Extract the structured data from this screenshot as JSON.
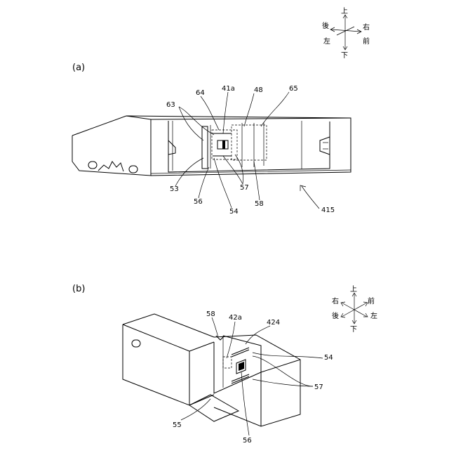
{
  "figure_a": {
    "caption": "(a)",
    "compass": {
      "up": "上",
      "down": "下",
      "left": "左",
      "right": "右",
      "front": "前",
      "back": "後"
    },
    "labels": {
      "l63": "63",
      "l64": "64",
      "l41a": "41a",
      "l48": "48",
      "l65": "65",
      "l53": "53",
      "l56": "56",
      "l54": "54",
      "l57": "57",
      "l58": "58",
      "l415": "415"
    }
  },
  "figure_b": {
    "caption": "(b)",
    "compass": {
      "up": "上",
      "down": "下",
      "left": "左",
      "right": "右",
      "front": "前",
      "back": "後"
    },
    "labels": {
      "l58": "58",
      "l42a": "42a",
      "l424": "424",
      "l54": "54",
      "l57": "57",
      "l55": "55",
      "l56": "56"
    }
  }
}
